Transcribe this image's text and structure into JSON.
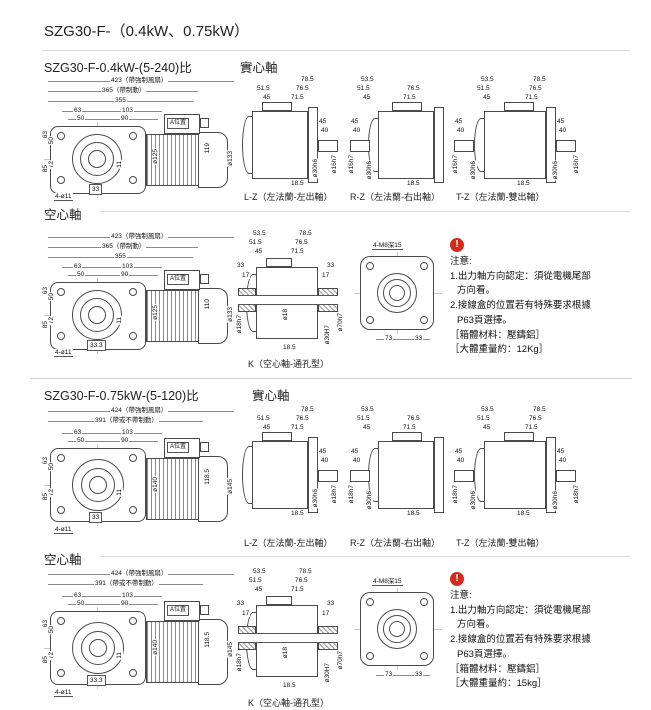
{
  "page": {
    "title": "SZG30-F-（0.4kW、0.75kW）"
  },
  "note": {
    "icon": "!",
    "accent_color": "#d42b1e",
    "title": "注意:",
    "l1": "1.出力軸方向認定：須從電機尾部",
    "l2": "方向看。",
    "l3": "2.接線盒的位置若有特殊要求根據",
    "l4": "P63頁選擇。",
    "material": "［箱體材料：壓鑄鋁］"
  },
  "flange": {
    "bolt_label": "4-M8深15",
    "d1": "73",
    "d2": "33"
  },
  "s1": {
    "header": "SZG30-F-0.4kW-(5-240)比",
    "shaft_type": "實心軸",
    "front": {
      "t1": "423（帶強制風扇）",
      "t2": "365（帶制動）",
      "t3": "355",
      "h1": "63",
      "h2": "50",
      "h3": "103",
      "h4": "90",
      "v1": "63",
      "v2": "50",
      "v3": "72",
      "v4": "85",
      "a": "A位置",
      "m1": "119",
      "db": "ø125",
      "df": "ø133",
      "b1": "33",
      "b2": "11",
      "holes": "4-ø11"
    },
    "lz": {
      "cap": "L-Z（左法蘭-左出軸）",
      "r1": "78.5",
      "r2": "76.5",
      "r3": "71.5",
      "l1": "51.5",
      "l2": "45",
      "s1": "45",
      "s2": "40",
      "shaft": "ø16h7",
      "pilot": "ø30h6",
      "key": "18.5"
    },
    "rz": {
      "cap": "R-Z（左法蘭-右出軸）",
      "l1": "53.5",
      "l2": "51.5",
      "l3": "45",
      "r1": "76.5",
      "r2": "71.5",
      "s1": "45",
      "s2": "40",
      "shaft": "ø16h7",
      "pilot": "ø30h6",
      "key": "18.5"
    },
    "tz": {
      "cap": "T-Z（左法蘭-雙出軸）",
      "l1": "53.5",
      "l2": "51.5",
      "l3": "45",
      "r1": "78.5",
      "r2": "76.5",
      "r3": "71.5",
      "s1": "45",
      "s2": "40",
      "s3": "45",
      "s4": "40",
      "shaft_l": "ø16h7",
      "shaft_r": "ø16h7",
      "pilot_l": "ø30h6",
      "pilot_r": "ø30h6",
      "key": "18.5"
    }
  },
  "s2": {
    "label": "空心軸",
    "front": {
      "t1": "423（帶強制風扇）",
      "t2": "365（帶制動）",
      "t3": "355",
      "h1": "63",
      "h2": "50",
      "h3": "103",
      "h4": "90",
      "v1": "63",
      "v2": "50",
      "v3": "72",
      "v4": "85",
      "a": "A位置",
      "m1": "110",
      "db": "ø125",
      "df": "ø133",
      "b1": "33.3",
      "b2": "11",
      "holes": "4-ø11"
    },
    "k": {
      "cap": "K（空心軸-通孔型）",
      "l1": "53.5",
      "l2": "51.5",
      "l3": "45",
      "r1": "78.5",
      "r2": "76.5",
      "r3": "71.5",
      "sl1": "33",
      "sl2": "17",
      "sr1": "33",
      "sr2": "17",
      "bore": "ø18",
      "hub_l": "ø18h7",
      "hub_r": "ø70h7",
      "fit": "ø30H7",
      "key": "18.5"
    },
    "weight": "［大體重量約：12Kg］"
  },
  "s3": {
    "header": "SZG30-F-0.75kW-(5-120)比",
    "shaft_type": "實心軸",
    "front": {
      "t1": "424（帶強制風扇）",
      "t2": "391（帶或不帶制動）",
      "h1": "63",
      "h2": "50",
      "h3": "103",
      "h4": "90",
      "v1": "63",
      "v2": "50",
      "v3": "72",
      "v4": "85",
      "a": "A位置",
      "m1": "118.5",
      "db": "ø140",
      "df": "ø145",
      "b1": "33",
      "b2": "11",
      "holes": "4-ø11"
    },
    "lz": {
      "cap": "L-Z（左法蘭-左出軸）",
      "r1": "78.5",
      "r2": "76.5",
      "r3": "71.5",
      "l1": "51.5",
      "l2": "45",
      "s1": "45",
      "s2": "40",
      "shaft": "ø18h7",
      "pilot": "ø30h6",
      "key": "18.5"
    },
    "rz": {
      "cap": "R-Z（左法蘭-右出軸）",
      "l1": "53.5",
      "l2": "51.5",
      "l3": "45",
      "r1": "76.5",
      "r2": "71.5",
      "s1": "45",
      "s2": "40",
      "shaft": "ø18h7",
      "pilot": "ø30h6",
      "key": "18.5"
    },
    "tz": {
      "cap": "T-Z（左法蘭-雙出軸）",
      "l1": "53.5",
      "l2": "51.5",
      "l3": "45",
      "r1": "78.5",
      "r2": "76.5",
      "r3": "71.5",
      "s1": "45",
      "s2": "40",
      "s3": "45",
      "s4": "40",
      "shaft_l": "ø18h7",
      "shaft_r": "ø18h7",
      "pilot_l": "ø30h6",
      "pilot_r": "ø30h6",
      "key": "18.5"
    }
  },
  "s4": {
    "label": "空心軸",
    "front": {
      "t1": "424（帶強制風扇）",
      "t2": "391（帶或不帶制動）",
      "h1": "63",
      "h2": "50",
      "h3": "103",
      "h4": "90",
      "v1": "63",
      "v2": "50",
      "v3": "72",
      "v4": "85",
      "a": "A位置",
      "m1": "118.5",
      "db": "ø140",
      "df": "ø145",
      "b1": "33.3",
      "b2": "11",
      "holes": "4-ø11"
    },
    "k": {
      "cap": "K（空心軸-通孔型）",
      "l1": "53.5",
      "l2": "51.5",
      "l3": "45",
      "r1": "78.5",
      "r2": "76.5",
      "r3": "71.5",
      "sl1": "33",
      "sl2": "17",
      "sr1": "33",
      "sr2": "17",
      "bore": "ø18",
      "hub_l": "ø18h7",
      "hub_r": "ø70h7",
      "fit": "ø30H7",
      "key": "18.5"
    },
    "weight": "［大體重量約：15kg］"
  }
}
